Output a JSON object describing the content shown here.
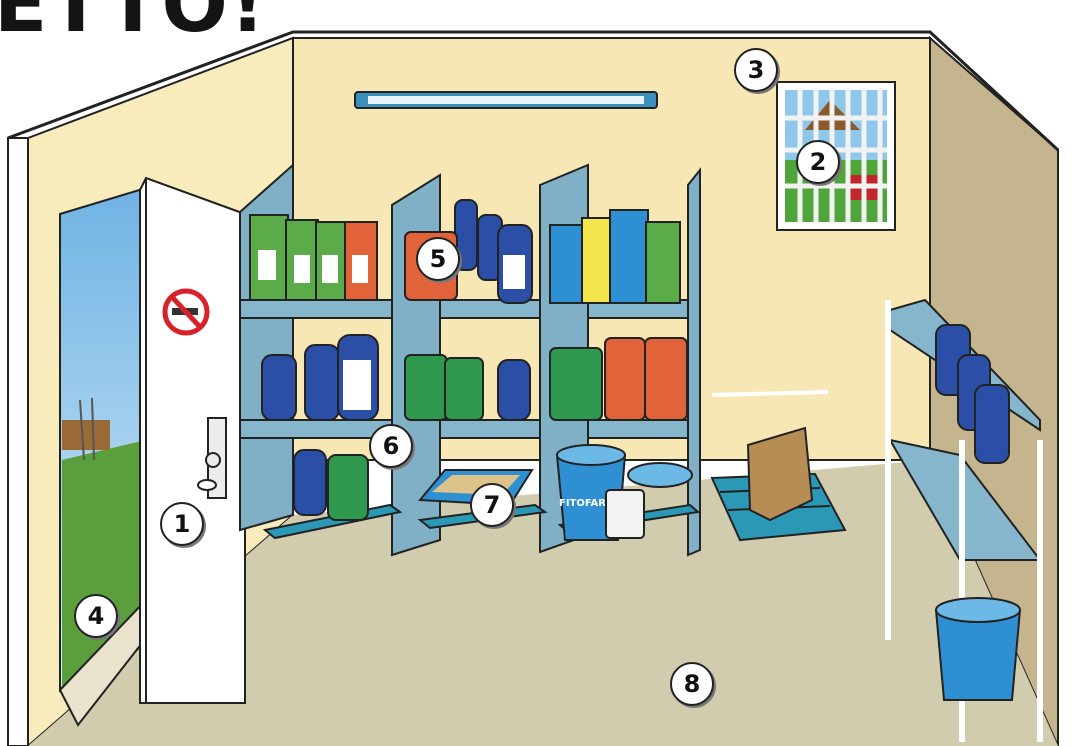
{
  "title_fragment": "ETTO!",
  "bucket_brand": "FITOFARM",
  "callouts": [
    "1",
    "2",
    "3",
    "4",
    "5",
    "6",
    "7",
    "8"
  ],
  "colors": {
    "wall": "#f6e7b5",
    "wall_side": "#c4b58f",
    "floor": "#d1ccae",
    "shelf": "#86b6cb",
    "box_green": "#5bab4a",
    "box_orange": "#e0633a",
    "box_blue": "#2f8fd3",
    "box_yellow": "#f4e54c",
    "bottle_blue": "#2b4fa6",
    "pallet": "#2b98b6",
    "prohibition_red": "#d8222a"
  },
  "icons": [
    "no-smoking-sign",
    "hazard-label",
    "barred-window",
    "fluorescent-lamp",
    "door-handle",
    "pallet",
    "bucket",
    "sand-tray",
    "paper-sack",
    "metal-shelf"
  ]
}
